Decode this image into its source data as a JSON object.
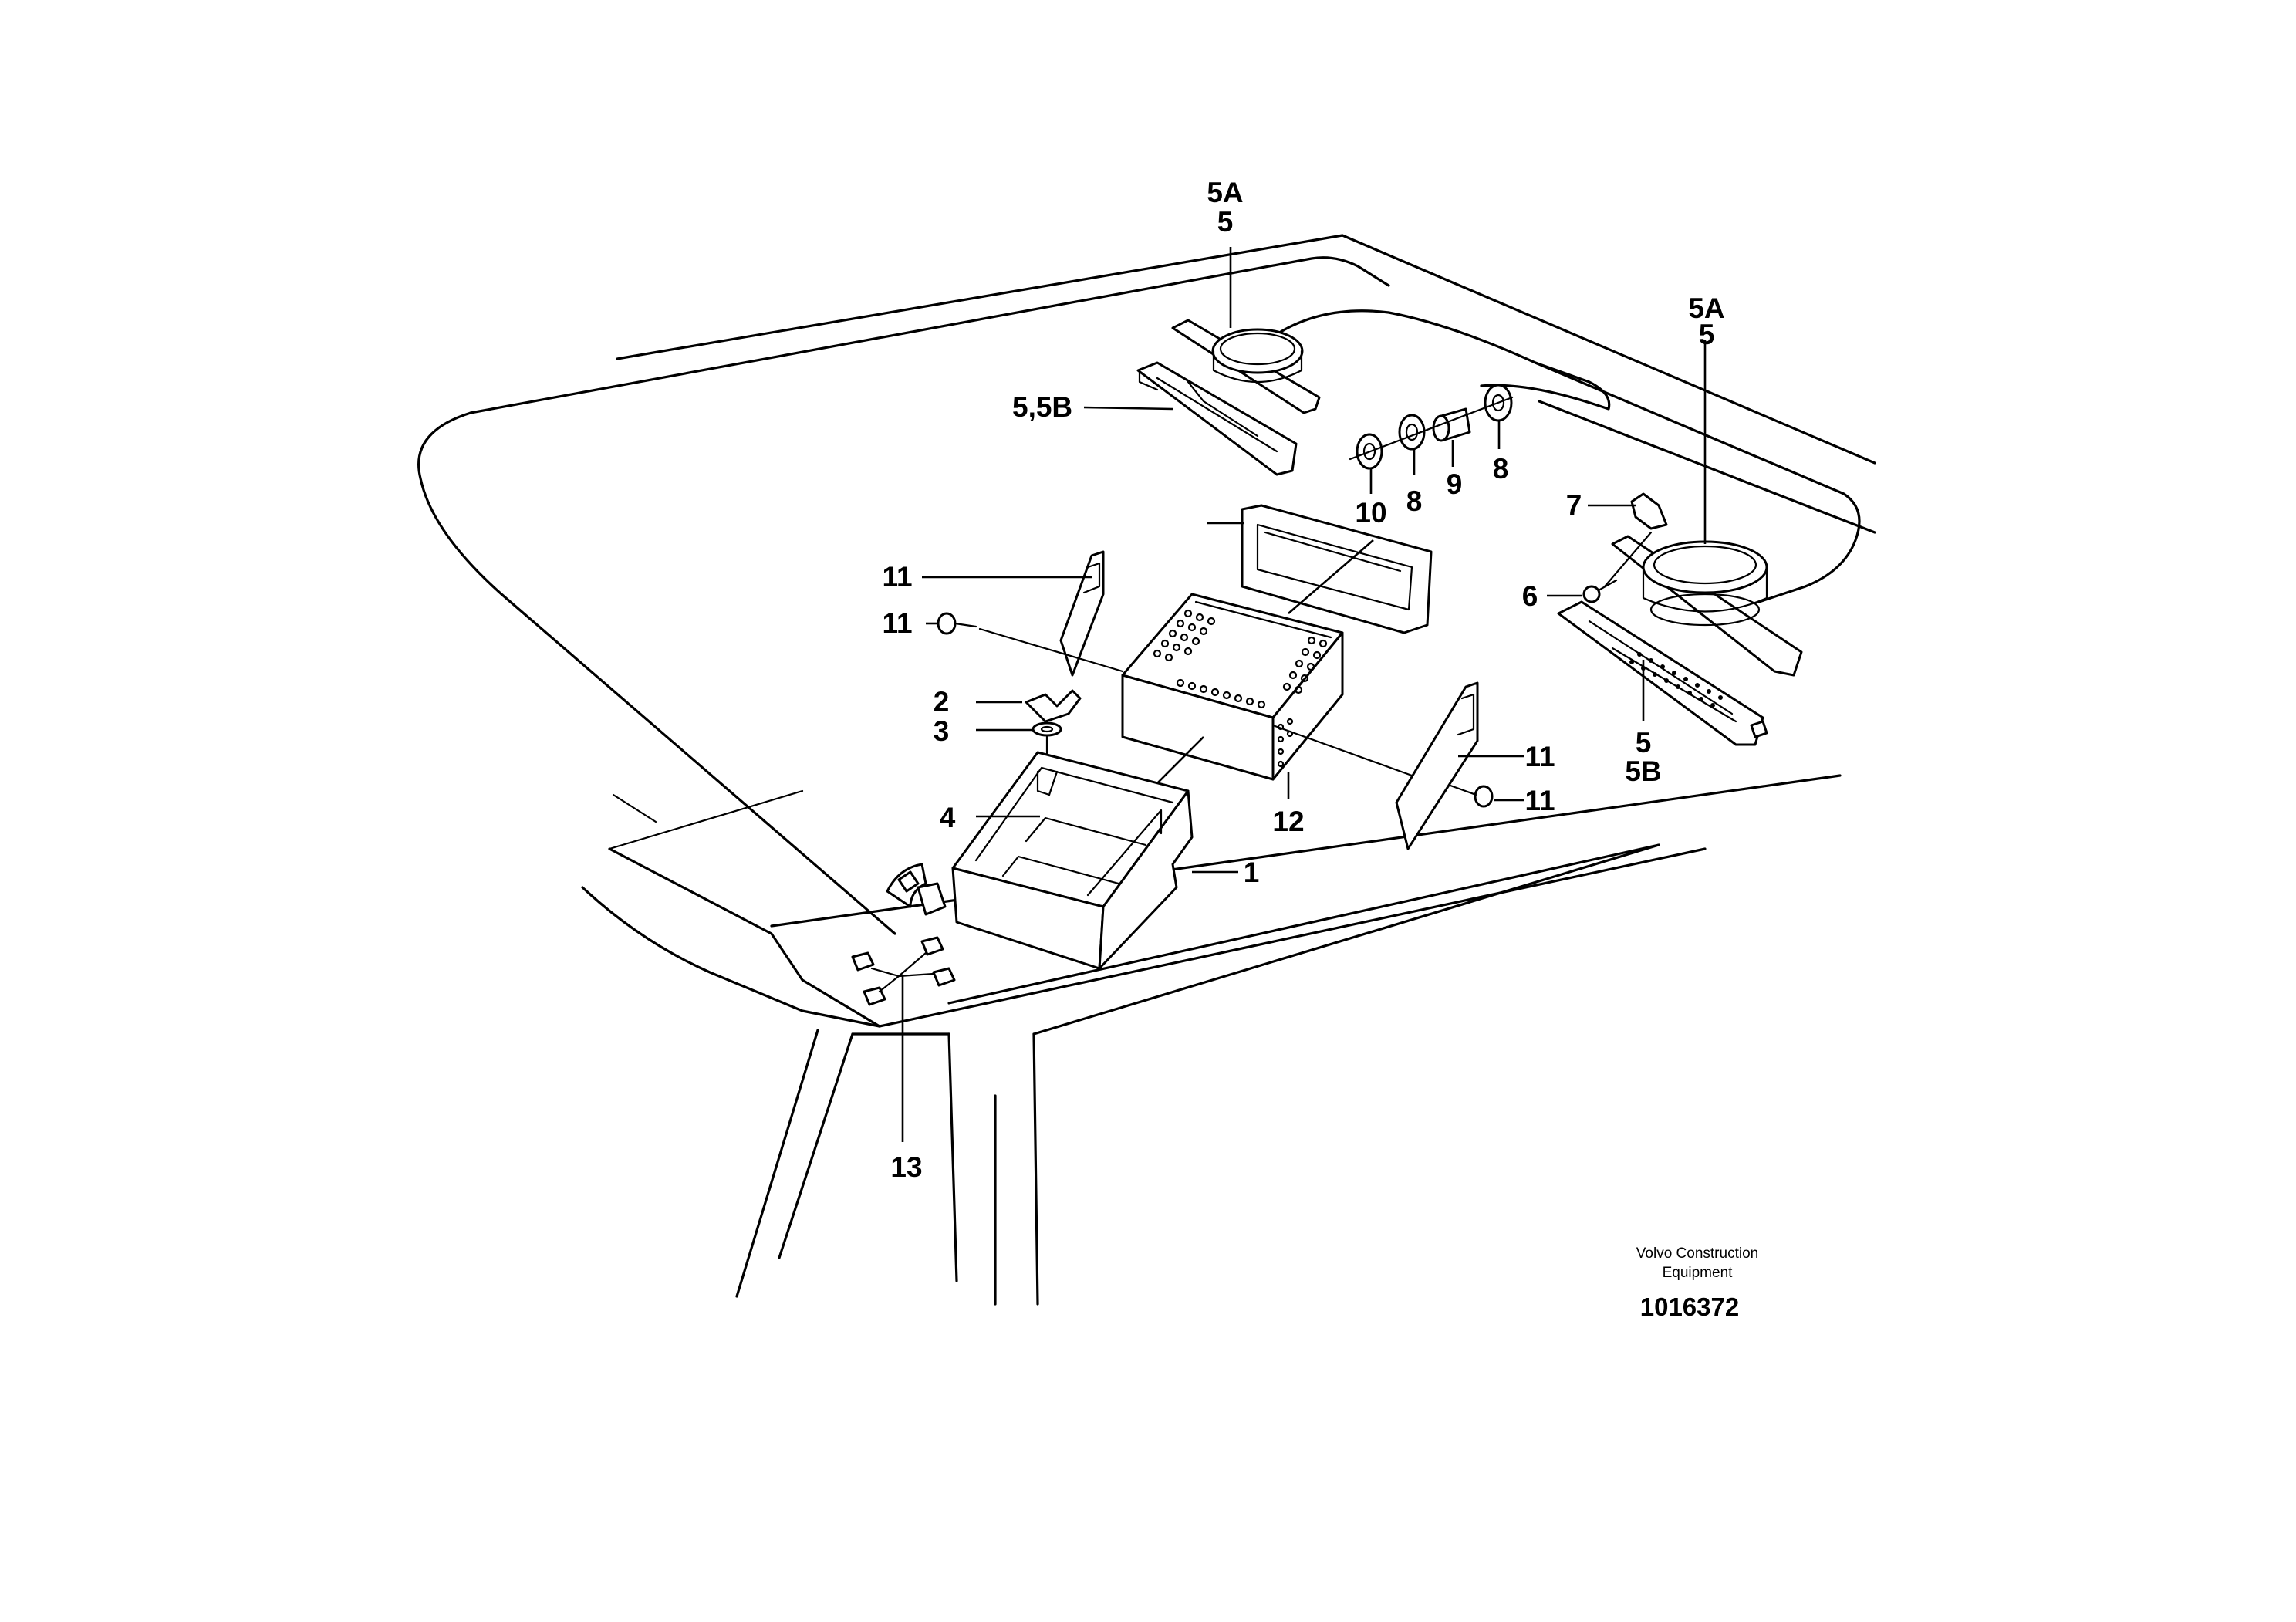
{
  "labels": {
    "l_5a_left": "5A",
    "l_5_left": "5",
    "l_55b": "5,5B",
    "l_5a_right": "5A",
    "l_5_right": "5",
    "l_10": "10",
    "l_8_a": "8",
    "l_9": "9",
    "l_8_b": "8",
    "l_7": "7",
    "l_6": "6",
    "l_5_low": "5",
    "l_5b_low": "5B",
    "l_11_a": "11",
    "l_11_b": "11",
    "l_11_c": "11",
    "l_11_d": "11",
    "l_2": "2",
    "l_3": "3",
    "l_4": "4",
    "l_1": "1",
    "l_12": "12",
    "l_13": "13"
  },
  "footer": {
    "company_line1": "Volvo Construction",
    "company_line2": "Equipment",
    "drawing_number": "1016372"
  }
}
